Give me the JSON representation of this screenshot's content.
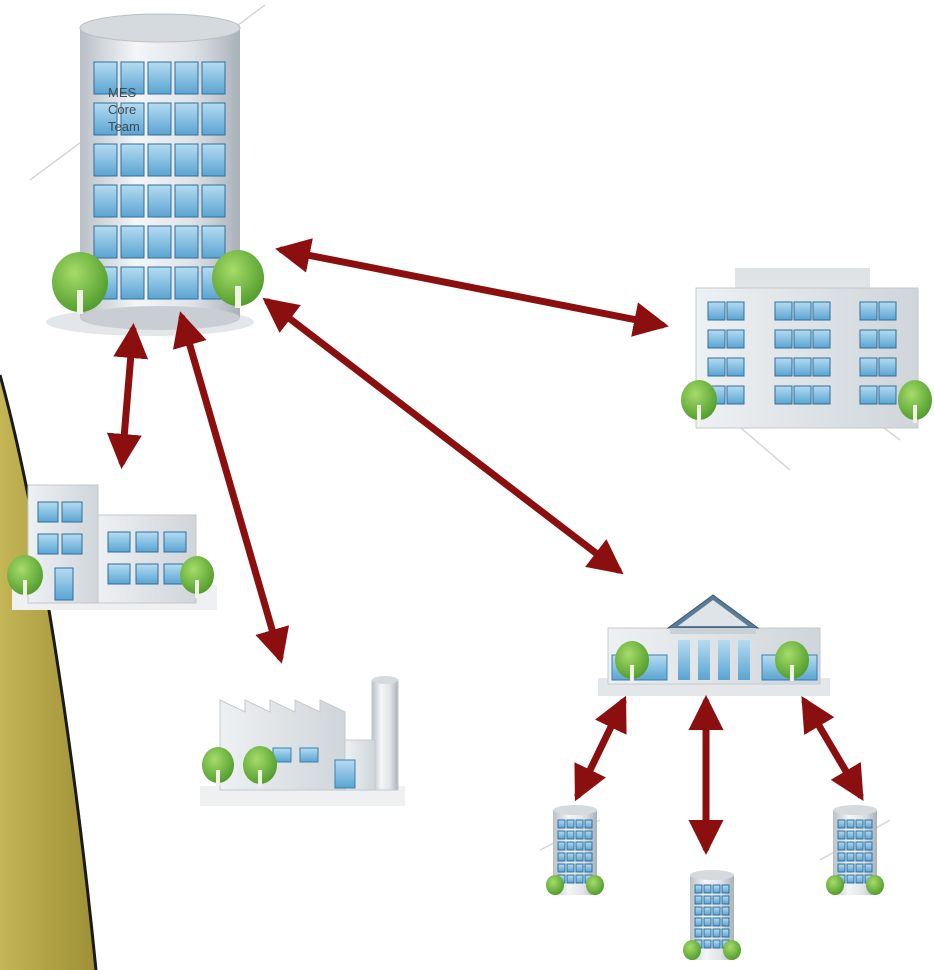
{
  "hq": {
    "label_lines": [
      "MES",
      "Core",
      "Team"
    ]
  },
  "sites": [
    {
      "name": "headquarters-tower",
      "kind": "cylinder-tower"
    },
    {
      "name": "office-block-right",
      "kind": "office"
    },
    {
      "name": "office-block-left",
      "kind": "office"
    },
    {
      "name": "factory",
      "kind": "factory"
    },
    {
      "name": "regional-hall",
      "kind": "classical-building"
    },
    {
      "name": "small-tower-left",
      "kind": "cylinder-tower"
    },
    {
      "name": "small-tower-center",
      "kind": "cylinder-tower"
    },
    {
      "name": "small-tower-right",
      "kind": "cylinder-tower"
    }
  ],
  "connections": [
    {
      "from": "headquarters-tower",
      "to": "office-block-right",
      "style": "double-arrow"
    },
    {
      "from": "headquarters-tower",
      "to": "office-block-left",
      "style": "double-arrow"
    },
    {
      "from": "headquarters-tower",
      "to": "factory",
      "style": "double-arrow"
    },
    {
      "from": "headquarters-tower",
      "to": "regional-hall",
      "style": "double-arrow"
    },
    {
      "from": "regional-hall",
      "to": "small-tower-left",
      "style": "double-arrow"
    },
    {
      "from": "regional-hall",
      "to": "small-tower-center",
      "style": "double-arrow"
    },
    {
      "from": "regional-hall",
      "to": "small-tower-right",
      "style": "double-arrow"
    }
  ],
  "colors": {
    "arrow": "#8b0f0f",
    "glass": "#8ec6e6",
    "wall": "#e9ecef",
    "tree": "#67b83a",
    "olive_panel": "#b3a446"
  }
}
